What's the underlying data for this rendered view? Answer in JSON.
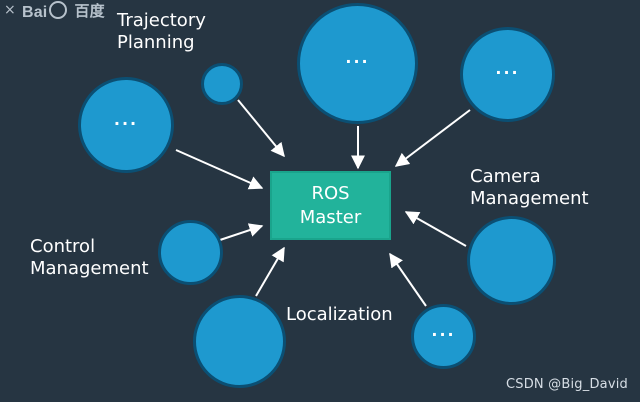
{
  "overlay": {
    "close_glyph": "×",
    "logo_text": "Bai",
    "logo_text_cn": "百度"
  },
  "labels": {
    "trajectory_planning": "Trajectory\nPlanning",
    "camera_management": "Camera\nManagement",
    "control_management": "Control\nManagement",
    "localization": "Localization"
  },
  "master": {
    "line1": "ROS",
    "line2": "Master"
  },
  "nodes": {
    "ellipsis": "···"
  },
  "watermark": {
    "text": "CSDN @Big_David"
  },
  "colors": {
    "background": "#263542",
    "node_fill": "#1e99cf",
    "node_border": "#0b4f73",
    "master_fill": "#22b39b",
    "arrow": "#ffffff"
  },
  "icons": {
    "close": "close-icon",
    "paw": "paw-icon"
  }
}
